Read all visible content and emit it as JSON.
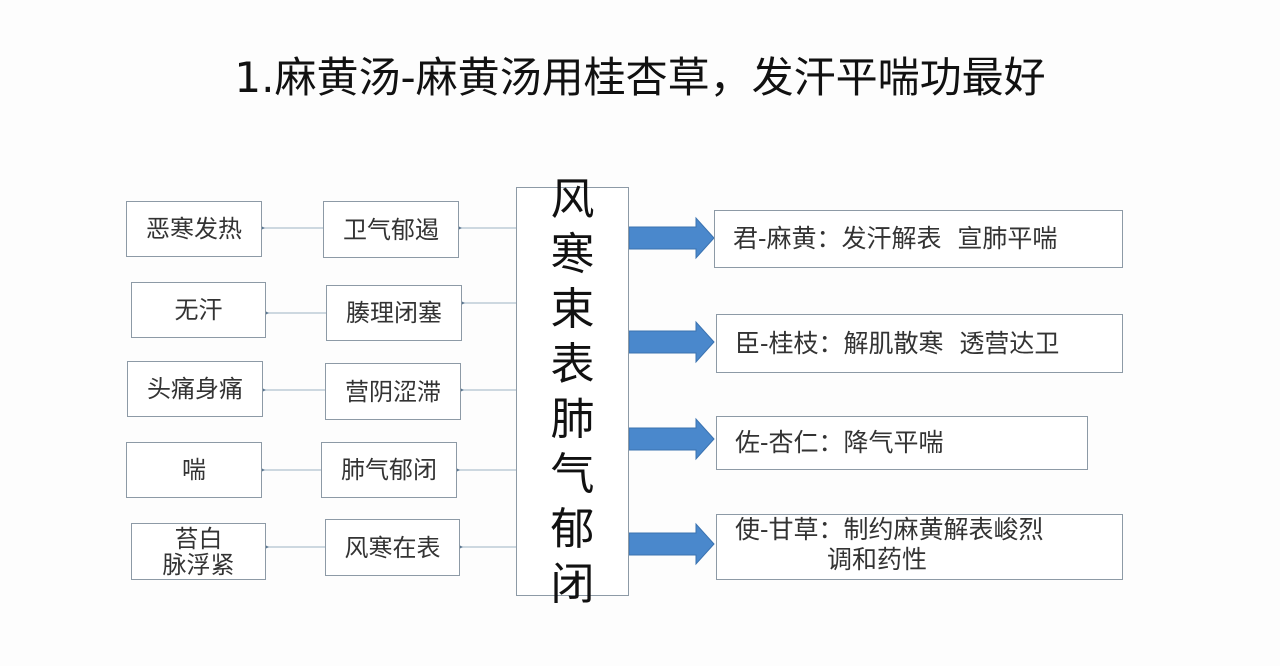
{
  "title": "1.麻黄汤-麻黄汤用桂杏草，发汗平喘功最好",
  "center": {
    "chars": [
      "风",
      "寒",
      "束",
      "表",
      "肺",
      "气",
      "郁",
      "闭"
    ]
  },
  "rows": [
    {
      "symptom": "恶寒发热",
      "mechanism": "卫气郁遏"
    },
    {
      "symptom": "无汗",
      "mechanism": "腠理闭塞"
    },
    {
      "symptom": "头痛身痛",
      "mechanism": "营阴涩滞"
    },
    {
      "symptom": "喘",
      "mechanism": "肺气郁闭"
    },
    {
      "symptom": "苔白\n脉浮紧",
      "mechanism": "风寒在表"
    }
  ],
  "herbs": [
    {
      "text": "君-麻黄：发汗解表  宣肺平喘"
    },
    {
      "text": "臣-桂枝：解肌散寒  透营达卫"
    },
    {
      "text": "佐-杏仁：降气平喘"
    },
    {
      "text": "使-甘草：制约麻黄解表峻烈\n调和药性"
    }
  ],
  "colors": {
    "arrow": "#4a88cc",
    "border": "#8d9aa6",
    "line": "#9db2c4"
  }
}
